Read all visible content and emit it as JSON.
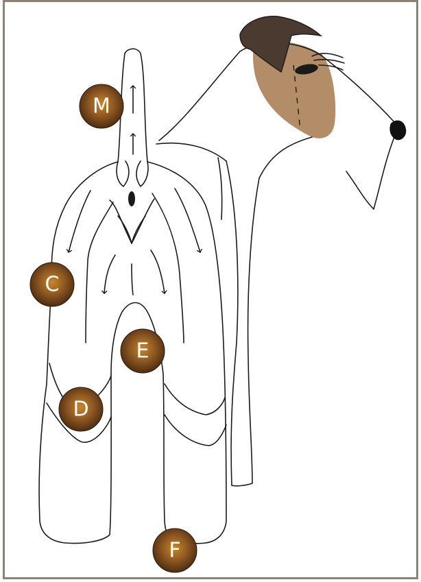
{
  "colors": {
    "frame": "#8a8275",
    "outline": "#1a1a1a",
    "mask": "#b38d68",
    "ear": "#4a3a30",
    "nose": "#111111",
    "badge_inner": "#c8872a",
    "badge_outer": "#4d2d12"
  },
  "markers": {
    "m": "M",
    "c": "C",
    "d": "D",
    "e": "E",
    "f": "F"
  }
}
